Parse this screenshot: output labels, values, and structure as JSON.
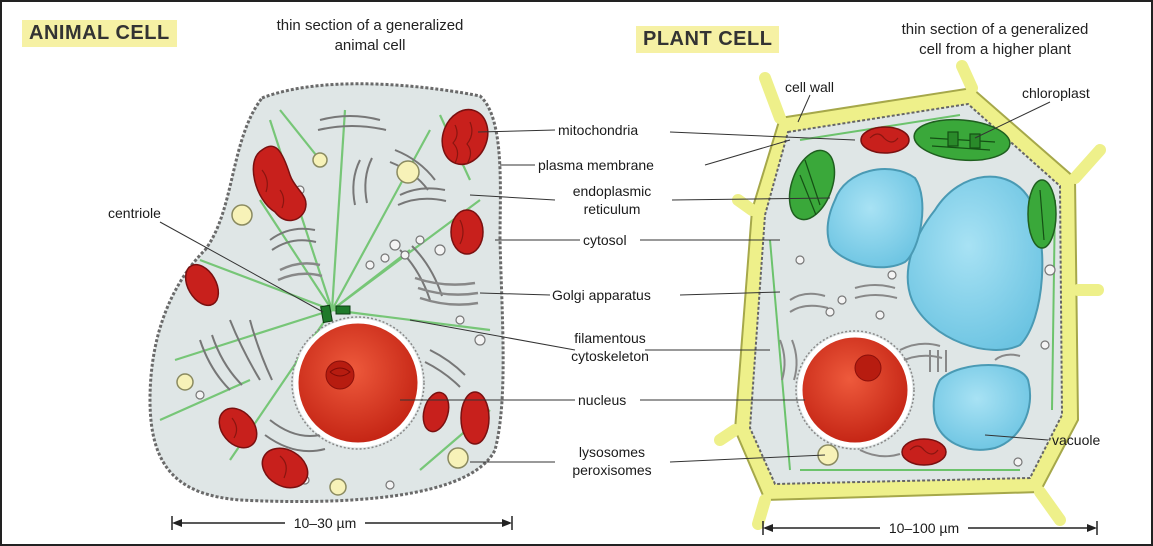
{
  "animal": {
    "title": "ANIMAL CELL",
    "subtitle_line1": "thin section of a generalized",
    "subtitle_line2": "animal cell",
    "scale": "10–30 µm",
    "label_centriole": "centriole"
  },
  "plant": {
    "title": "PLANT CELL",
    "subtitle_line1": "thin section of a generalized",
    "subtitle_line2": "cell from a higher plant",
    "scale": "10–100 µm",
    "label_cell_wall": "cell wall",
    "label_chloroplast": "chloroplast",
    "label_vacuole": "vacuole"
  },
  "labels": {
    "mitochondria": "mitochondria",
    "plasma_membrane": "plasma membrane",
    "er_line1": "endoplasmic",
    "er_line2": "reticulum",
    "cytosol": "cytosol",
    "golgi": "Golgi apparatus",
    "cyto_line1": "filamentous",
    "cyto_line2": "cytoskeleton",
    "nucleus": "nucleus",
    "lyso_line1": "lysosomes",
    "lyso_line2": "peroxisomes"
  },
  "colors": {
    "title_bg": "#f6f1a4",
    "cytoplasm": "#dfe6e6",
    "nucleus": "#e0321e",
    "mitochondria": "#c8201c",
    "cell_wall": "#eef08a",
    "chloroplast": "#3aa83a",
    "vacuole": "#8fd4ec",
    "filament": "#6cc36c"
  }
}
